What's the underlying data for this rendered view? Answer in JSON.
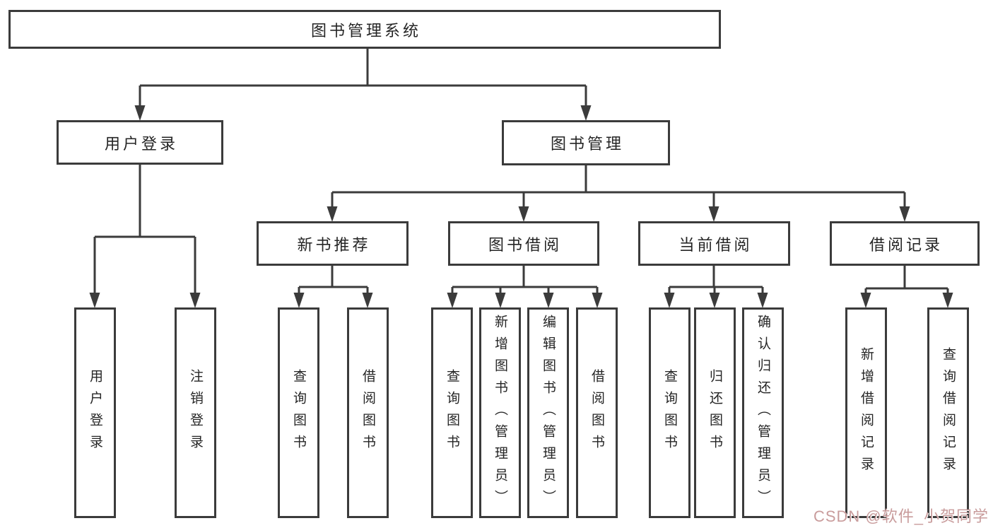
{
  "tree": {
    "root": {
      "label": "图书管理系统"
    },
    "branches": [
      {
        "label": "用户登录",
        "leaves": [
          {
            "label": "用户登录"
          },
          {
            "label": "注销登录"
          }
        ]
      },
      {
        "label": "图书管理",
        "groups": [
          {
            "label": "新书推荐",
            "leaves": [
              {
                "label": "查询图书"
              },
              {
                "label": "借阅图书"
              }
            ]
          },
          {
            "label": "图书借阅",
            "leaves": [
              {
                "label": "查询图书"
              },
              {
                "label": "新增图书（管理员）"
              },
              {
                "label": "编辑图书（管理员）"
              },
              {
                "label": "借阅图书"
              }
            ]
          },
          {
            "label": "当前借阅",
            "leaves": [
              {
                "label": "查询图书"
              },
              {
                "label": "归还图书"
              },
              {
                "label": "确认归还（管理员）"
              }
            ]
          },
          {
            "label": "借阅记录",
            "leaves": [
              {
                "label": "新增借阅记录"
              },
              {
                "label": "查询借阅记录"
              }
            ]
          }
        ]
      }
    ]
  },
  "watermark": {
    "text": "CSDN @软件_小贺同学",
    "color": "#c99c9c"
  },
  "colors": {
    "line": "#3b3b3b",
    "text": "#252525",
    "background": "#ffffff"
  }
}
